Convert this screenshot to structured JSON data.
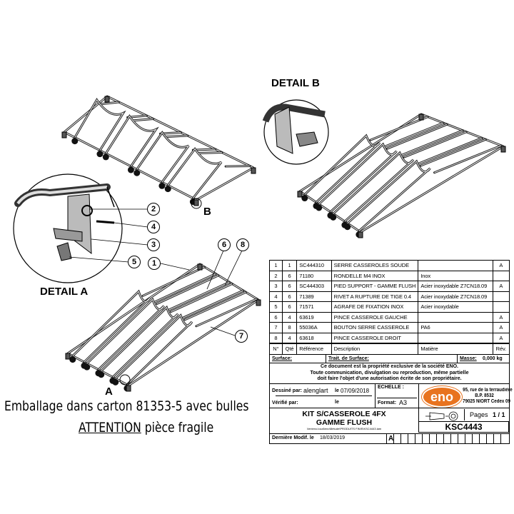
{
  "labels": {
    "detail_a": "DETAIL A",
    "detail_b": "DETAIL B",
    "view_a": "A",
    "view_b": "B"
  },
  "balloons": [
    "1",
    "2",
    "3",
    "4",
    "5",
    "6",
    "7",
    "8"
  ],
  "caption": {
    "line1": "Emballage dans carton 81353-5 avec bulles",
    "line2_underlined": "ATTENTION",
    "line2_rest": " pièce fragile"
  },
  "bom": {
    "headers": [
      "N°",
      "Qté",
      "Référence",
      "Description",
      "Matière",
      "Rév."
    ],
    "rows": [
      [
        "1",
        "1",
        "SC444310",
        "SERRE CASSEROLES SOUDE",
        "",
        "A"
      ],
      [
        "2",
        "6",
        "71180",
        "RONDELLE M4 INOX",
        "Inox",
        ""
      ],
      [
        "3",
        "6",
        "SC444303",
        "PIED SUPPORT - GAMME FLUSH",
        "Acier inoxydable Z7CN18.09",
        "A"
      ],
      [
        "4",
        "6",
        "71389",
        "RIVET A RUPTURE DE TIGE 0.4",
        "Acier inoxydable Z7CN18.09",
        ""
      ],
      [
        "5",
        "6",
        "71571",
        "AGRAFE DE FIXATION INOX",
        "Acier inoxydable",
        ""
      ],
      [
        "6",
        "4",
        "63619",
        "PINCE CASSEROLE GAUCHE",
        "",
        "A"
      ],
      [
        "7",
        "8",
        "55036A",
        "BOUTON SERRE CASSEROLE",
        "PA6",
        "A"
      ],
      [
        "8",
        "4",
        "63618",
        "PINCE CASSEROLE DROIT",
        "",
        "A"
      ]
    ]
  },
  "title_block": {
    "surface": "Surface:",
    "trait": "Trait. de Surface:",
    "masse_label": "Masse:",
    "masse": "0,000 kg",
    "notice1": "Ce document est la propriété exclusive de la société ENO.",
    "notice2": "Toute communication, divulgation ou reproduction, même partielle",
    "notice3": "doit faire l'objet d'une autorisation écrite de son propriétaire.",
    "drawn_label": "Dessiné par:",
    "drawn_by": "alenglart",
    "date_label": "le",
    "date": "07/09/2018",
    "checked_label": "Vérifié par:",
    "checked_date_label": "le",
    "scale_label": "ECHELLE :",
    "format_label": "Format:",
    "format": "A3",
    "logo": "eno",
    "address1": "95, rue de la terraudière",
    "address2": "B.P. 8532",
    "address3": "79025 NIORT Cedex 09",
    "title1": "KIT S/CASSEROLE 4FX",
    "title2": "GAMME FLUSH",
    "path": "\\\\enteno.local\\eno\\Bétude\\PRODUITS FINIS\\KSC4443.iam",
    "pages_label": "Pages",
    "pages": "1 / 1",
    "part_number": "KSC4443",
    "last_mod_label": "Dernière Modif. le",
    "last_mod": "18/03/2019",
    "revision": "A",
    "logo_color": "#e8731f"
  }
}
